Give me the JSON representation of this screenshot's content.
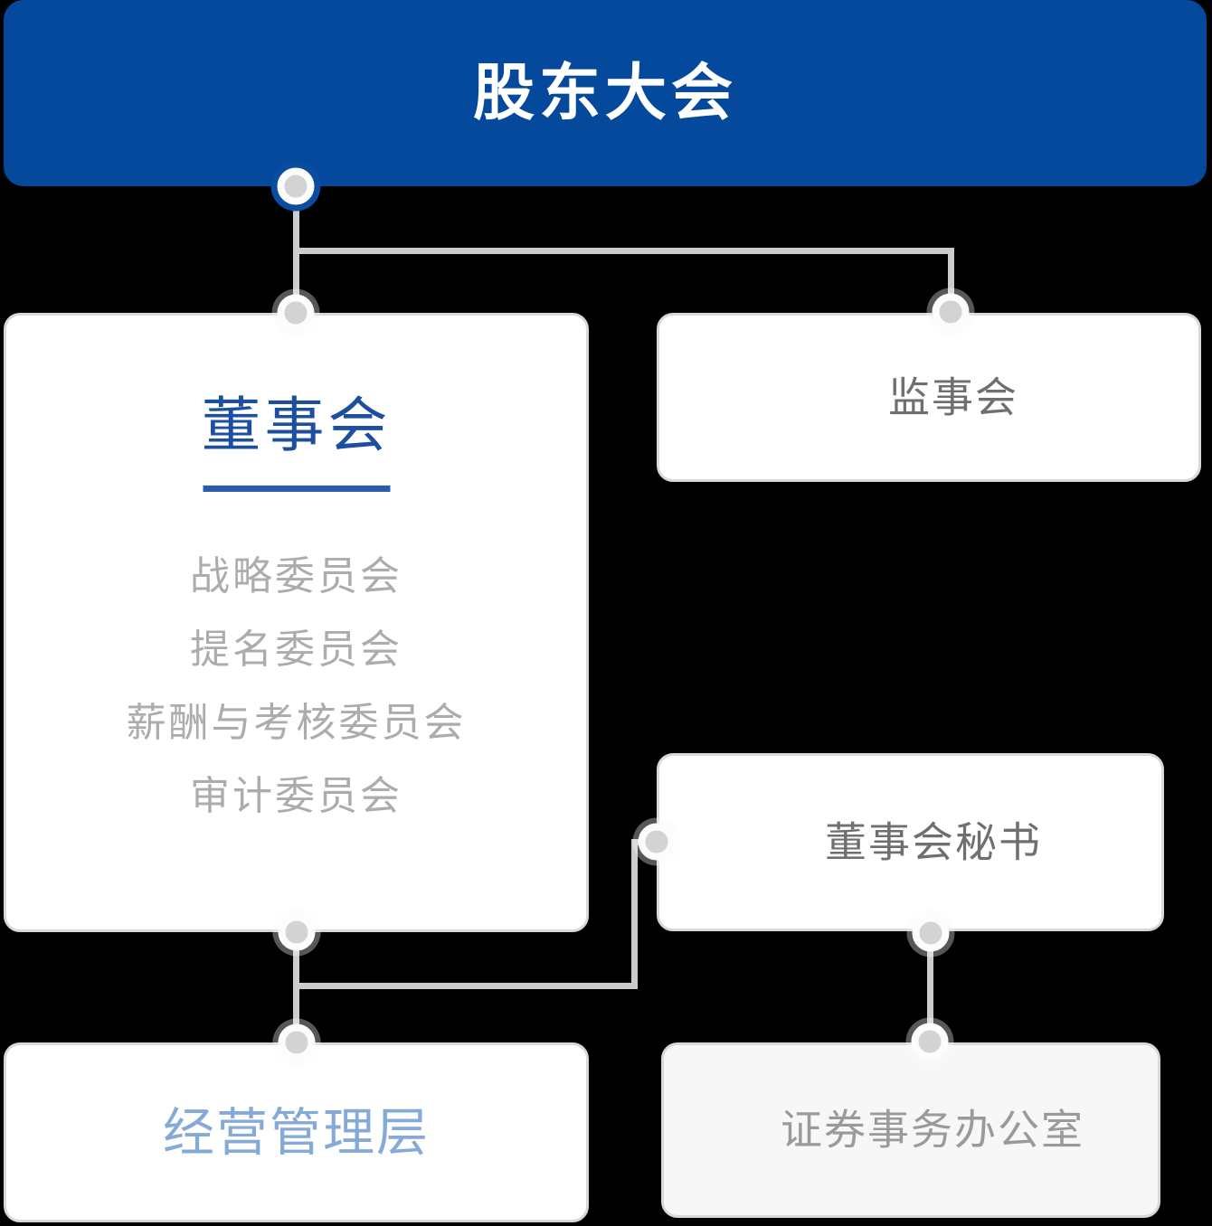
{
  "org_chart": {
    "shareholders": {
      "label": "股东大会"
    },
    "board": {
      "title": "董事会",
      "committees": [
        "战略委员会",
        "提名委员会",
        "薪酬与考核委员会",
        "审计委员会"
      ]
    },
    "supervisors": {
      "label": "监事会"
    },
    "secretary": {
      "label": "董事会秘书"
    },
    "management": {
      "label": "经营管理层"
    },
    "securities_office": {
      "label": "证券事务办公室"
    }
  },
  "palette": {
    "background": "#000000",
    "banner_bg": "#04499b",
    "banner_text": "#ffffff",
    "board_title": "#1d4fa0",
    "divider": "#2b5cab",
    "committee_text": "#acacac",
    "supervisors_text": "#6f6f6f",
    "secretary_text": "#6f6f6f",
    "securities_text": "#9a9a9a",
    "management_text": "#86aad8",
    "card_bg": "#ffffff",
    "securities_bg": "#f7f7f7",
    "card_border": "#d8d8d8",
    "line": "#cccccc",
    "node_fill": "#d3d3d3",
    "node_ring": "#fcfcfc",
    "node_halo_blue": "#0a4c9e"
  }
}
